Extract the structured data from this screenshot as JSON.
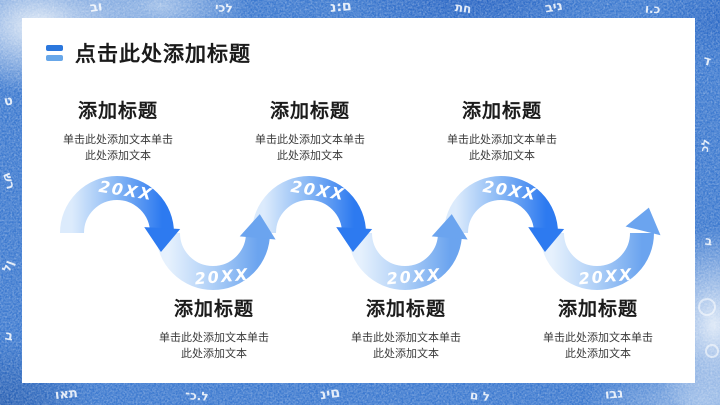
{
  "header": {
    "title": "点击此处添加标题",
    "icon": "two-bars-bullet-icon"
  },
  "timeline": {
    "year_label": "20XX",
    "items": [
      {
        "row": "top",
        "year": "20XX",
        "heading": "添加标题",
        "body": "单击此处添加文本单击\n此处添加文本"
      },
      {
        "row": "bottom",
        "year": "20XX",
        "heading": "添加标题",
        "body": "单击此处添加文本单击\n此处添加文本"
      },
      {
        "row": "top",
        "year": "20XX",
        "heading": "添加标题",
        "body": "单击此处添加文本单击\n此处添加文本"
      },
      {
        "row": "bottom",
        "year": "20XX",
        "heading": "添加标题",
        "body": "单击此处添加文本单击\n此处添加文本"
      },
      {
        "row": "top",
        "year": "20XX",
        "heading": "添加标题",
        "body": "单击此处添加文本单击\n此处添加文本"
      },
      {
        "row": "bottom",
        "year": "20XX",
        "heading": "添加标题",
        "body": "单击此处添加文本单击\n此处添加文本"
      }
    ]
  },
  "colors": {
    "accent_strong": "#2d7af0",
    "accent_medium": "#6ba4ef",
    "accent_light_top": "#dcebfc",
    "accent_light_bottom": "#e6f1fd",
    "frame_blue": "#3c79cf",
    "title_icon_top": "#2b77dd",
    "title_icon_bottom": "#68a7e9"
  },
  "background": {
    "style": "blue newspaper-collage textured border",
    "texture_glyphs": [
      {
        "text": "וב"
      },
      {
        "text": "לכי"
      },
      {
        "text": "ם:נ"
      },
      {
        "text": "חת"
      },
      {
        "text": "ניב"
      },
      {
        "text": "כ.ו"
      },
      {
        "text": "ט"
      },
      {
        "text": "רש"
      },
      {
        "text": "ןל"
      },
      {
        "text": "ב"
      },
      {
        "text": "תאו"
      },
      {
        "text": "ל.כ־"
      },
      {
        "text": "םינ"
      },
      {
        "text": "ל ם"
      },
      {
        "text": "נבו"
      },
      {
        "text": "ד"
      },
      {
        "text": "לכ"
      },
      {
        "text": "ב"
      }
    ]
  }
}
